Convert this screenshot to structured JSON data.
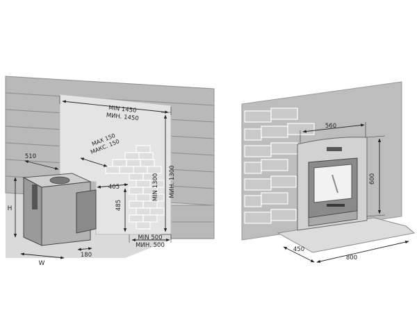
{
  "left_diagram": {
    "min_1450": "MIN 1450",
    "min_1450_ru": "МИН. 1450",
    "max_150": "MAX 150",
    "max_150_ru": "МАКС. 150",
    "min_1300": "MIN 1300",
    "min_1300_ru": "МИН. 1300",
    "dim_510": "510",
    "dim_405": "405",
    "dim_485": "485",
    "dim_h": "H",
    "dim_w": "W",
    "dim_180": "180",
    "min_500": "MIN 500",
    "min_500_ru": "МИН. 500"
  },
  "right_diagram": {
    "dim_560": "560",
    "dim_600": "600",
    "dim_450": "450",
    "dim_800": "800"
  },
  "colors": {
    "wall_gray": "#bdbdbd",
    "floor_gray": "#d8d8d8",
    "brick_gray": "#c9c9c9",
    "stove_dark": "#6e6e6e"
  }
}
